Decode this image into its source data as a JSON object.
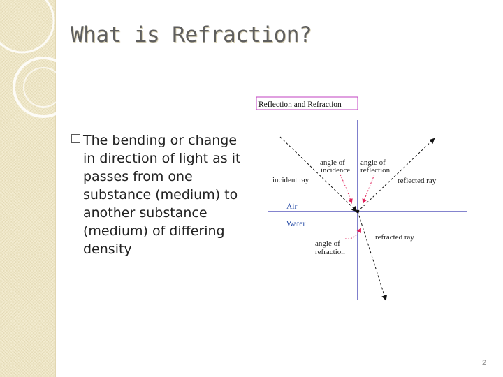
{
  "slide": {
    "title": "What is Refraction?",
    "bullet_text": "The bending or change in direction of light as it passes from one substance (medium) to another substance (medium) of differing density",
    "page_number": "2"
  },
  "diagram": {
    "caption": "Reflection and Refraction",
    "labels": {
      "angle_of_1": "angle of",
      "incidence": "incidence",
      "angle_of_2": "angle of",
      "reflection": "reflection",
      "incident_ray": "incident ray",
      "reflected_ray": "reflected ray",
      "air": "Air",
      "water": "Water",
      "refracted_ray": "refracted ray",
      "angle_of_3": "angle of",
      "refraction": "refraction"
    }
  },
  "colors": {
    "accent_strip": "#f3ecd0",
    "normal_line": "#3b3bb0",
    "boundary_line": "#3b3bb0",
    "angle_arrows": "#e0205a",
    "caption_border": "#c040c0",
    "air_water_text": "#2b4fa8"
  }
}
